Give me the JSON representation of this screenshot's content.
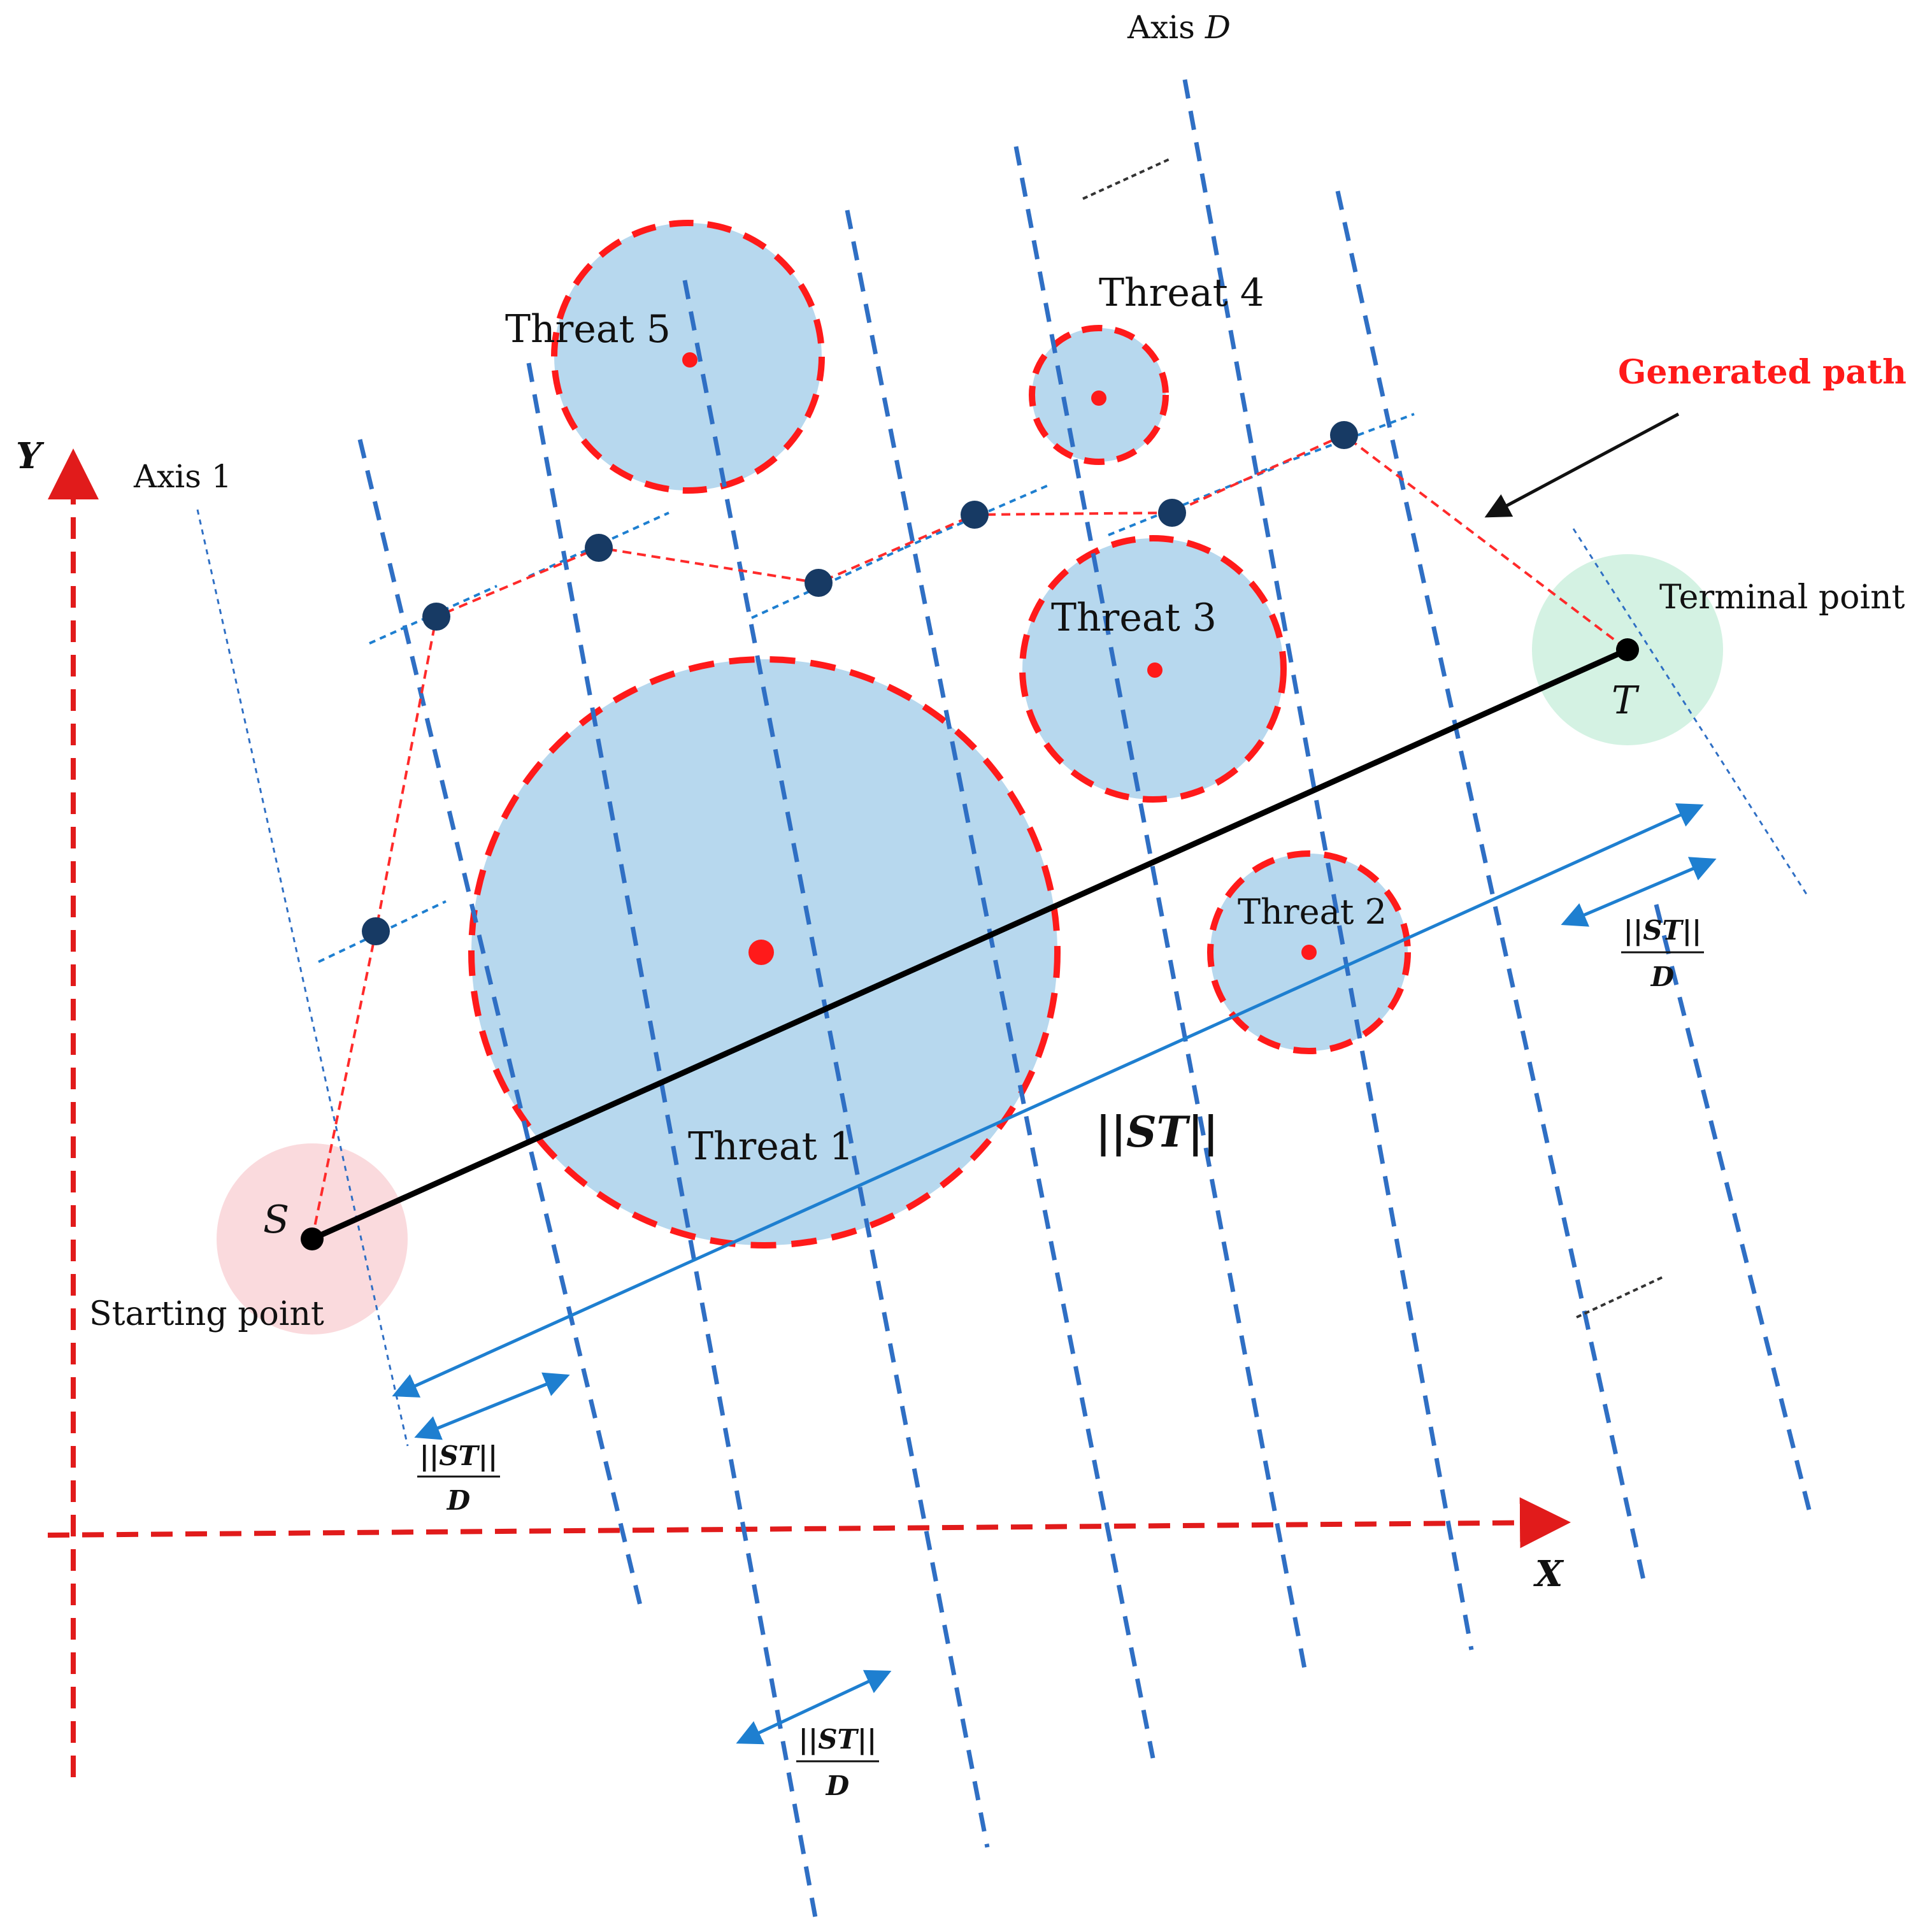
{
  "colors": {
    "threat_fill": "#b7d8ee",
    "threat_edge": "#ff1a1a",
    "threat_center": "#ff1a1a",
    "axis_line": "#2f6fc4",
    "dim_line": "#1e7fd0",
    "path": "#ff2a2a",
    "node": "#173a64",
    "baseline": "#000000",
    "start_halo": "#fadadd",
    "terminal_halo": "#d4f2e3",
    "coord_axes": "#e11b1b",
    "path_label": "#ff1a1a"
  },
  "labels": {
    "y_axis": "Y",
    "x_axis": "X",
    "axis_first": "Axis 1",
    "axis_last_prefix": "Axis",
    "axis_last_var": "D",
    "generated_path": "Generated path",
    "terminal_point": "Terminal point",
    "starting_point": "Starting point",
    "start_letter": "S",
    "terminal_letter": "T",
    "st_norm": "||ST||",
    "fraction_numerator": "||ST||",
    "fraction_denominator": "D",
    "ellipsis": "......"
  },
  "threats": [
    {
      "name": "Threat 1"
    },
    {
      "name": "Threat 2"
    },
    {
      "name": "Threat 3"
    },
    {
      "name": "Threat 4"
    },
    {
      "name": "Threat 5"
    }
  ]
}
